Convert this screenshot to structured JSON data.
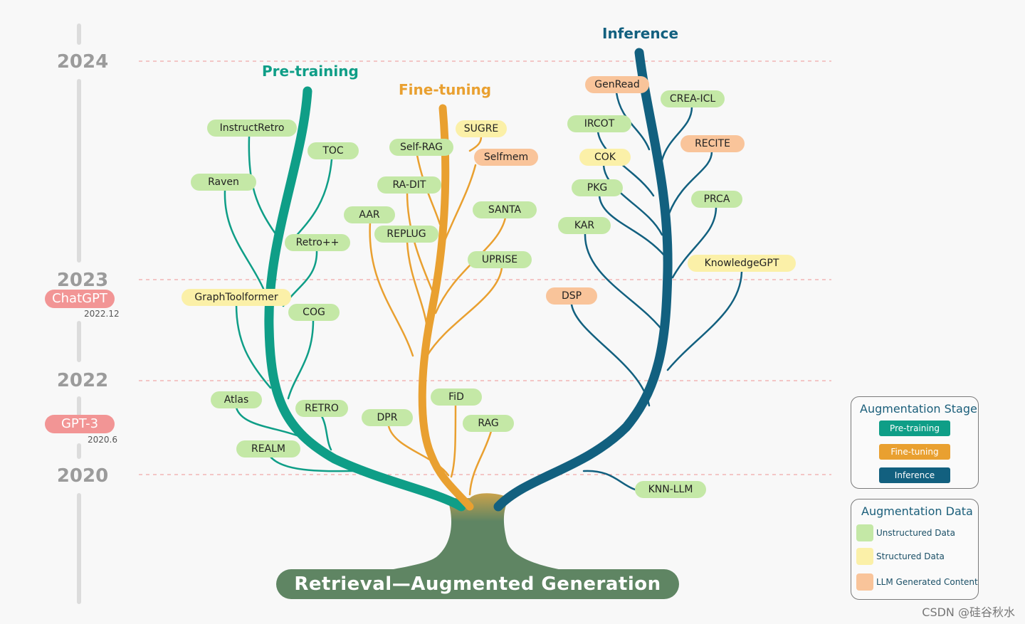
{
  "title": "Retrieval—Augmented Generation",
  "years": [
    "2024",
    "2023",
    "2022",
    "2020"
  ],
  "milestones": [
    {
      "label": "ChatGPT",
      "date": "2022.12"
    },
    {
      "label": "GPT-3",
      "date": "2020.6"
    }
  ],
  "stages": {
    "pretraining": "Pre-training",
    "finetuning": "Fine-tuning",
    "inference": "Inference"
  },
  "colors": {
    "pretraining": "#0f9e87",
    "finetuning": "#e9a030",
    "inference": "#12607f",
    "trunk": "#5f8563",
    "unstructured": "#c4e8a6",
    "structured": "#fbf0a8",
    "llm_generated": "#f9c49a",
    "milestone": "#f29595"
  },
  "nodes": {
    "pretraining": [
      {
        "label": "InstructRetro",
        "type": "unstructured"
      },
      {
        "label": "TOC",
        "type": "unstructured"
      },
      {
        "label": "Raven",
        "type": "unstructured"
      },
      {
        "label": "Retro++",
        "type": "unstructured"
      },
      {
        "label": "GraphToolformer",
        "type": "structured"
      },
      {
        "label": "COG",
        "type": "unstructured"
      },
      {
        "label": "Atlas",
        "type": "unstructured"
      },
      {
        "label": "RETRO",
        "type": "unstructured"
      },
      {
        "label": "REALM",
        "type": "unstructured"
      }
    ],
    "finetuning": [
      {
        "label": "SUGRE",
        "type": "structured"
      },
      {
        "label": "Self-RAG",
        "type": "unstructured"
      },
      {
        "label": "Selfmem",
        "type": "llm"
      },
      {
        "label": "RA-DIT",
        "type": "unstructured"
      },
      {
        "label": "SANTA",
        "type": "unstructured"
      },
      {
        "label": "AAR",
        "type": "unstructured"
      },
      {
        "label": "REPLUG",
        "type": "unstructured"
      },
      {
        "label": "UPRISE",
        "type": "unstructured"
      },
      {
        "label": "FiD",
        "type": "unstructured"
      },
      {
        "label": "DPR",
        "type": "unstructured"
      },
      {
        "label": "RAG",
        "type": "unstructured"
      }
    ],
    "inference": [
      {
        "label": "GenRead",
        "type": "llm"
      },
      {
        "label": "CREA-ICL",
        "type": "unstructured"
      },
      {
        "label": "IRCOT",
        "type": "unstructured"
      },
      {
        "label": "RECITE",
        "type": "llm"
      },
      {
        "label": "COK",
        "type": "structured"
      },
      {
        "label": "PKG",
        "type": "unstructured"
      },
      {
        "label": "PRCA",
        "type": "unstructured"
      },
      {
        "label": "KAR",
        "type": "unstructured"
      },
      {
        "label": "KnowledgeGPT",
        "type": "structured"
      },
      {
        "label": "DSP",
        "type": "llm"
      },
      {
        "label": "KNN-LLM",
        "type": "unstructured"
      }
    ]
  },
  "legend": {
    "stage_title": "Augmentation Stage",
    "stages": [
      "Pre-training",
      "Fine-tuning",
      "Inference"
    ],
    "data_title": "Augmentation Data",
    "data": [
      "Unstructured Data",
      "Structured Data",
      "LLM Generated Content"
    ]
  },
  "watermark": "CSDN @硅谷秋水"
}
